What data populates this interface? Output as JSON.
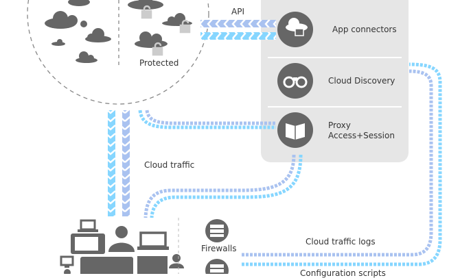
{
  "labels": {
    "api": "API",
    "protected": "Protected",
    "cloud_traffic": "Cloud traffic",
    "firewalls": "Firewalls",
    "cloud_traffic_logs": "Cloud traffic logs",
    "configuration_scripts": "Configuration scripts"
  },
  "panel": {
    "items": [
      {
        "label": "App connectors",
        "icon": "cloud-lock-icon"
      },
      {
        "label": "Cloud Discovery",
        "icon": "binoculars-icon"
      },
      {
        "label": "Proxy",
        "sublabel": "Access+Session",
        "icon": "book-icon"
      }
    ]
  },
  "colors": {
    "arrow_blue": "#a9c2f0",
    "arrow_cyan": "#86d6ff",
    "icon_gray": "#666666",
    "panel": "#e6e6e6"
  }
}
